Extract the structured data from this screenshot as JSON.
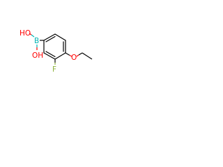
{
  "molecule": {
    "atoms": {
      "hydroxyl_1": "HO",
      "boron": "B",
      "hydroxyl_2": "OH",
      "fluorine": "F",
      "oxygen": "O"
    },
    "colors": {
      "bond": "#000000",
      "boron": "#00b5b5",
      "oxygen": "#ff0000",
      "fluorine": "#8db23c"
    }
  }
}
